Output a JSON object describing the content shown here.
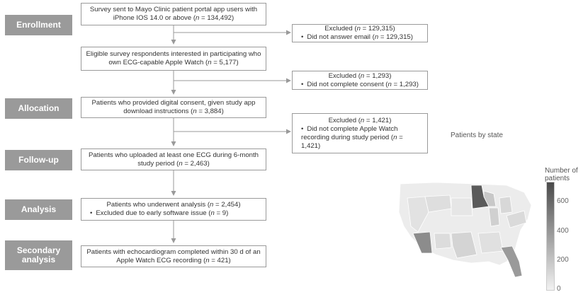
{
  "stages": {
    "enrollment": "Enrollment",
    "allocation": "Allocation",
    "followup": "Follow-up",
    "analysis": "Analysis",
    "secondary": "Secondary analysis"
  },
  "boxes": {
    "survey": "Survey sent to Mayo Clinic patient portal app users with iPhone IOS 14.0 or above (n = 134,492)",
    "excluded1_title": "Excluded (n = 129,315)",
    "excluded1_item": "Did not answer email (n = 129,315)",
    "eligible": "Eligible survey respondents interested in participating who own ECG-capable Apple Watch (n = 5,177)",
    "excluded2_title": "Excluded (n = 1,293)",
    "excluded2_item": "Did not complete consent (n = 1,293)",
    "consent": "Patients who provided digital consent, given study app download instructions (n = 3,884)",
    "excluded3_title": "Excluded (n = 1,421)",
    "excluded3_item": "Did not complete Apple Watch recording during study period (n = 1,421)",
    "uploaded": "Patients who uploaded at least one ECG during 6-month study period (n = 2,463)",
    "analysis_main": "Patients who underwent analysis (n = 2,454)",
    "analysis_item": "Excluded due to early software issue (n = 9)",
    "echo": "Patients with echocardiogram completed within 30 d of an Apple Watch ECG recording (n = 421)"
  },
  "map": {
    "title": "Patients by state",
    "legend_title": "Number of patients",
    "ticks": [
      "600",
      "400",
      "200",
      "0"
    ],
    "colors": {
      "low": "#f2f2f2",
      "high": "#4a4a4a",
      "mn": "#5a5a5a",
      "az": "#8c8c8c",
      "fl": "#9a9a9a",
      "wi": "#c8c8c8"
    }
  }
}
